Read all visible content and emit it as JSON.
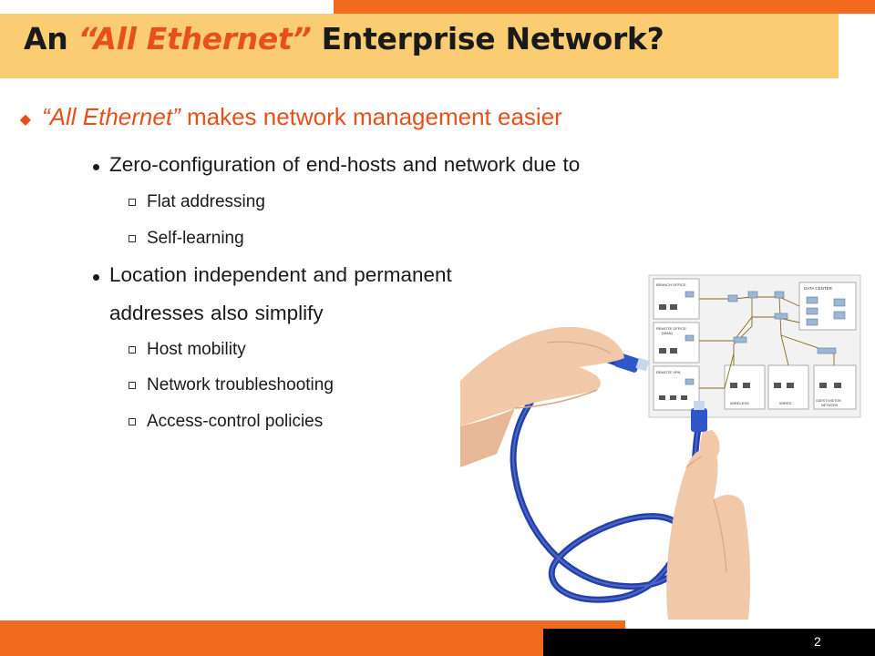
{
  "slide": {
    "title_pre": "An ",
    "title_highlight": "“All Ethernet”",
    "title_post": " Enterprise Network?",
    "bullet_main": {
      "em": "“All Ethernet”",
      "rest": " makes network management easier"
    },
    "sub1": "Zero-configuration of end-hosts and network due to",
    "sub1_items": [
      "Flat addressing",
      "Self-learning"
    ],
    "sub2_line1": "Location independent and permanent",
    "sub2_line2": "addresses also simplify",
    "sub2_items": [
      "Host mobility",
      "Network troubleshooting",
      "Access-control policies"
    ],
    "diagram": {
      "branch": "BRANCH OFFICE",
      "remote": "REMOTE OFFICE",
      "wan": "(WAN)",
      "vpn": "REMOTE VPN",
      "datacenter": "DATA CENTER",
      "wireless": "WIRELESS",
      "wired": "WIRED",
      "guest1": "GUEST/VISITOR",
      "guest2": "NETWORK"
    },
    "page_number": "2"
  }
}
